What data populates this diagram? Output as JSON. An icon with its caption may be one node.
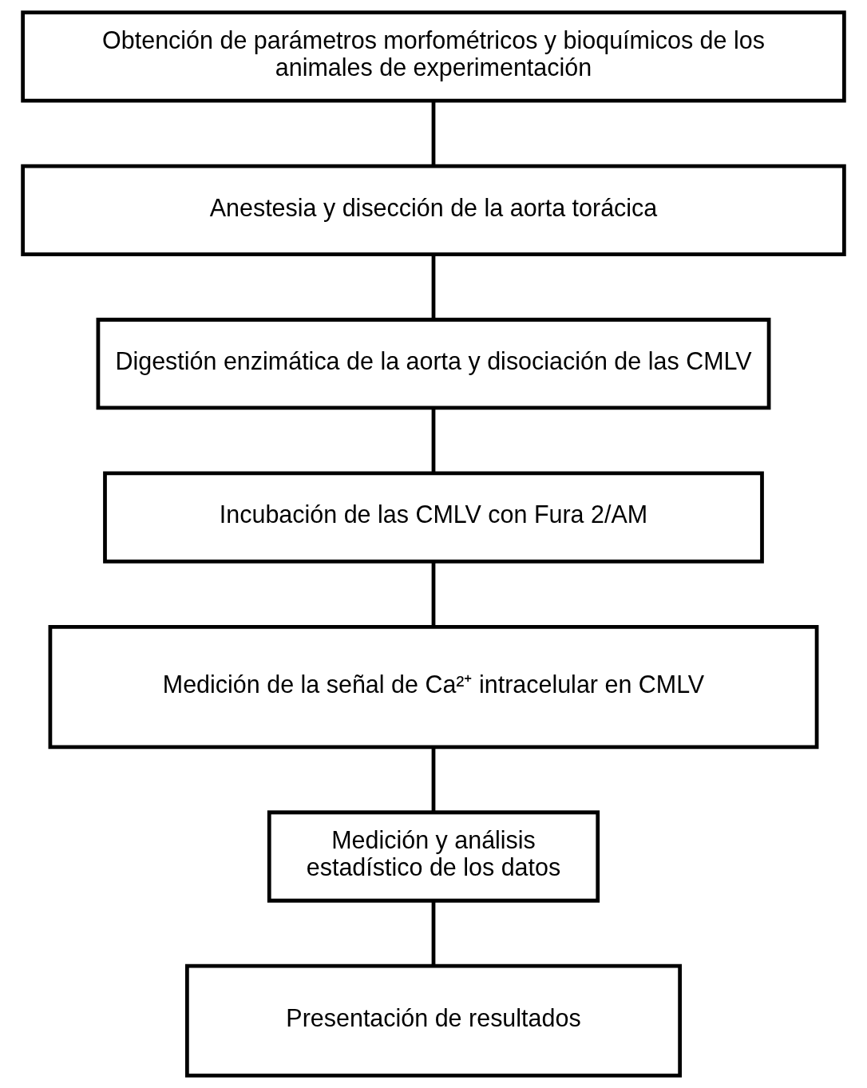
{
  "diagram": {
    "nodes": [
      {
        "text": [
          "Obtención de parámetros morfométricos y bioquímicos de los animales de experimentación"
        ]
      },
      {
        "text": [
          "Anestesia y disección de la aorta torácica"
        ]
      },
      {
        "text": [
          "Digestión enzimática de la aorta y disociación de las CMLV"
        ]
      },
      {
        "text": [
          "Incubación de las CMLV con Fura 2/AM"
        ]
      },
      {
        "text": [
          "Medición de la señal de Ca²⁺ intracelular en CMLV"
        ]
      },
      {
        "text": [
          "Medición y análisis estadístico de los datos"
        ]
      },
      {
        "text": [
          "Presentación de resultados"
        ]
      }
    ],
    "edges": [
      {
        "from": 0,
        "to": 1,
        "arrow": "none"
      },
      {
        "from": 1,
        "to": 2,
        "arrow": "none"
      },
      {
        "from": 2,
        "to": 3,
        "arrow": "none"
      },
      {
        "from": 3,
        "to": 4,
        "arrow": "none"
      },
      {
        "from": 4,
        "to": 5,
        "arrow": "none"
      },
      {
        "from": 5,
        "to": 6,
        "arrow": "none"
      }
    ]
  }
}
